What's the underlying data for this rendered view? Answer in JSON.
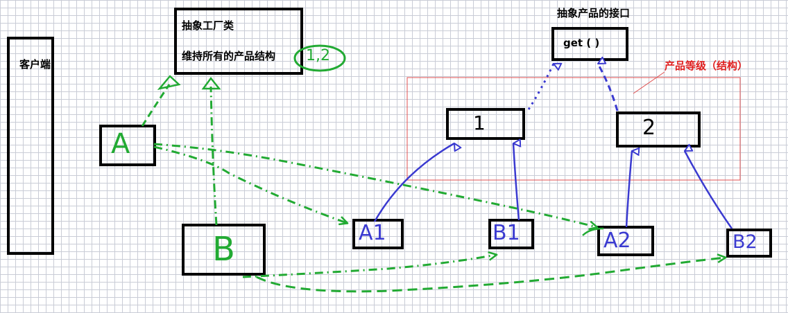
{
  "client": {
    "label": "客户端"
  },
  "factory": {
    "title": "抽象工厂类",
    "subtitle": "维持所有的产品结构",
    "note": "1,2"
  },
  "interface": {
    "title": "抽象产品的接口",
    "method": "get ( )"
  },
  "product_level": {
    "label": "产品等级（结构）"
  },
  "factories": {
    "a": "A",
    "b": "B"
  },
  "products": {
    "p1": "1",
    "p2": "2",
    "a1": "A1",
    "b1": "B1",
    "a2": "A2",
    "b2": "B2"
  },
  "colors": {
    "green": "#22aa33",
    "blue": "#3a3ad0",
    "red": "#e02020",
    "black": "#000000"
  }
}
